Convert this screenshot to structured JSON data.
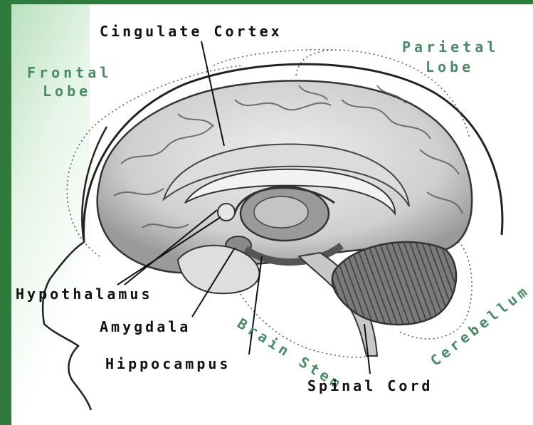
{
  "diagram": {
    "labels": {
      "cingulate_cortex": "Cingulate Cortex",
      "frontal_line1": "Frontal",
      "frontal_line2": "Lobe",
      "parietal_line1": "Parietal",
      "parietal_line2": "Lobe",
      "hypothalamus": "Hypothalamus",
      "amygdala": "Amygdala",
      "hippocampus": "Hippocampus",
      "brain_stem": "Brain Stem",
      "cerebellum": "Cerebellum",
      "spinal_cord": "Spinal Cord"
    },
    "colors": {
      "frame_green": "#2f7a3c",
      "label_green": "#4a8a66",
      "label_dark": "#111111",
      "brain_light": "#e6e6e6",
      "brain_mid": "#b8b8b8",
      "brain_dark": "#555555"
    }
  }
}
